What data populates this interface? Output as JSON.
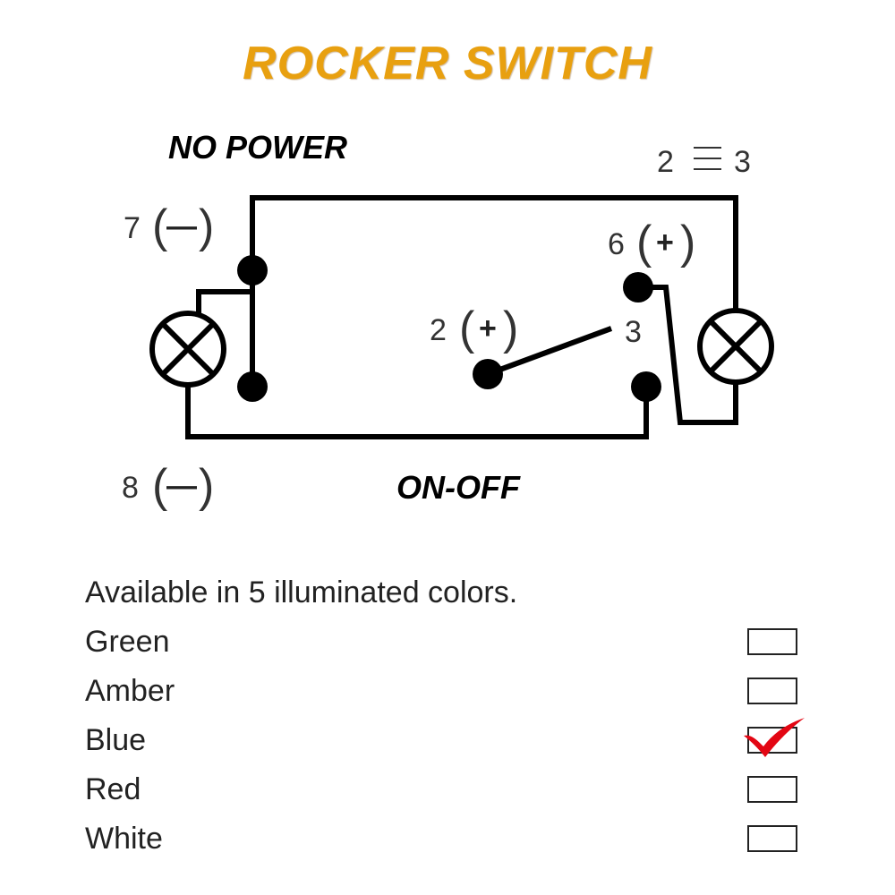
{
  "title": "ROCKER SWITCH",
  "colors": {
    "title": "#E8A010",
    "check": "#E30613",
    "ink": "#000000"
  },
  "diagram": {
    "top_left_label": "NO POWER",
    "top_right_label_left": "2",
    "top_right_label_right": "3",
    "bottom_center_label": "ON-OFF",
    "terminals": {
      "t7": {
        "number": "7",
        "sign": "—"
      },
      "t8": {
        "number": "8",
        "sign": "—"
      },
      "t6": {
        "number": "6",
        "sign": "+"
      },
      "t2": {
        "number": "2",
        "sign": "+"
      },
      "t3": {
        "number": "3"
      }
    },
    "lamp_icon": "lamp-icon"
  },
  "availability": {
    "intro": "Available in 5 illuminated colors.",
    "options": [
      {
        "label": "Green",
        "checked": false
      },
      {
        "label": "Amber",
        "checked": false
      },
      {
        "label": "Blue",
        "checked": true
      },
      {
        "label": "Red",
        "checked": false
      },
      {
        "label": "White",
        "checked": false
      }
    ]
  }
}
